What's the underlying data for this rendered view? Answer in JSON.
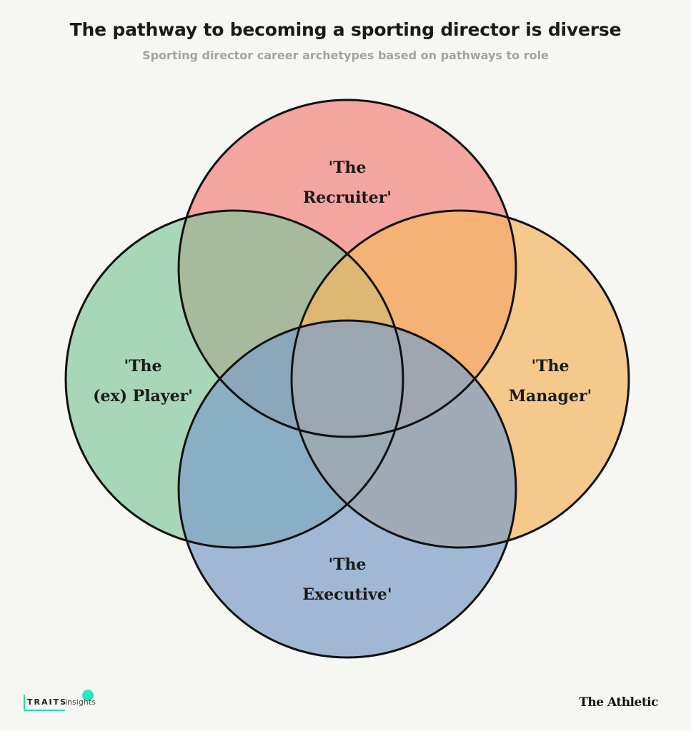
{
  "header": {
    "title": "The pathway to becoming a sporting director is diverse",
    "subtitle": "Sporting director career archetypes based on pathways to role"
  },
  "diagram": {
    "circles": [
      {
        "id": "recruiter",
        "line1": "'The",
        "line2": "Recruiter'",
        "color": "#f2857f"
      },
      {
        "id": "player",
        "line1": "'The",
        "line2": "(ex) Player'",
        "color": "#7cc49a"
      },
      {
        "id": "manager",
        "line1": "'The",
        "line2": "Manager'",
        "color": "#f4b762"
      },
      {
        "id": "executive",
        "line1": "'The",
        "line2": "Executive'",
        "color": "#7f9fc7"
      }
    ]
  },
  "footer": {
    "traits_word": "TRAITS",
    "traits_insights": "insights",
    "brand": "The Athletic"
  }
}
